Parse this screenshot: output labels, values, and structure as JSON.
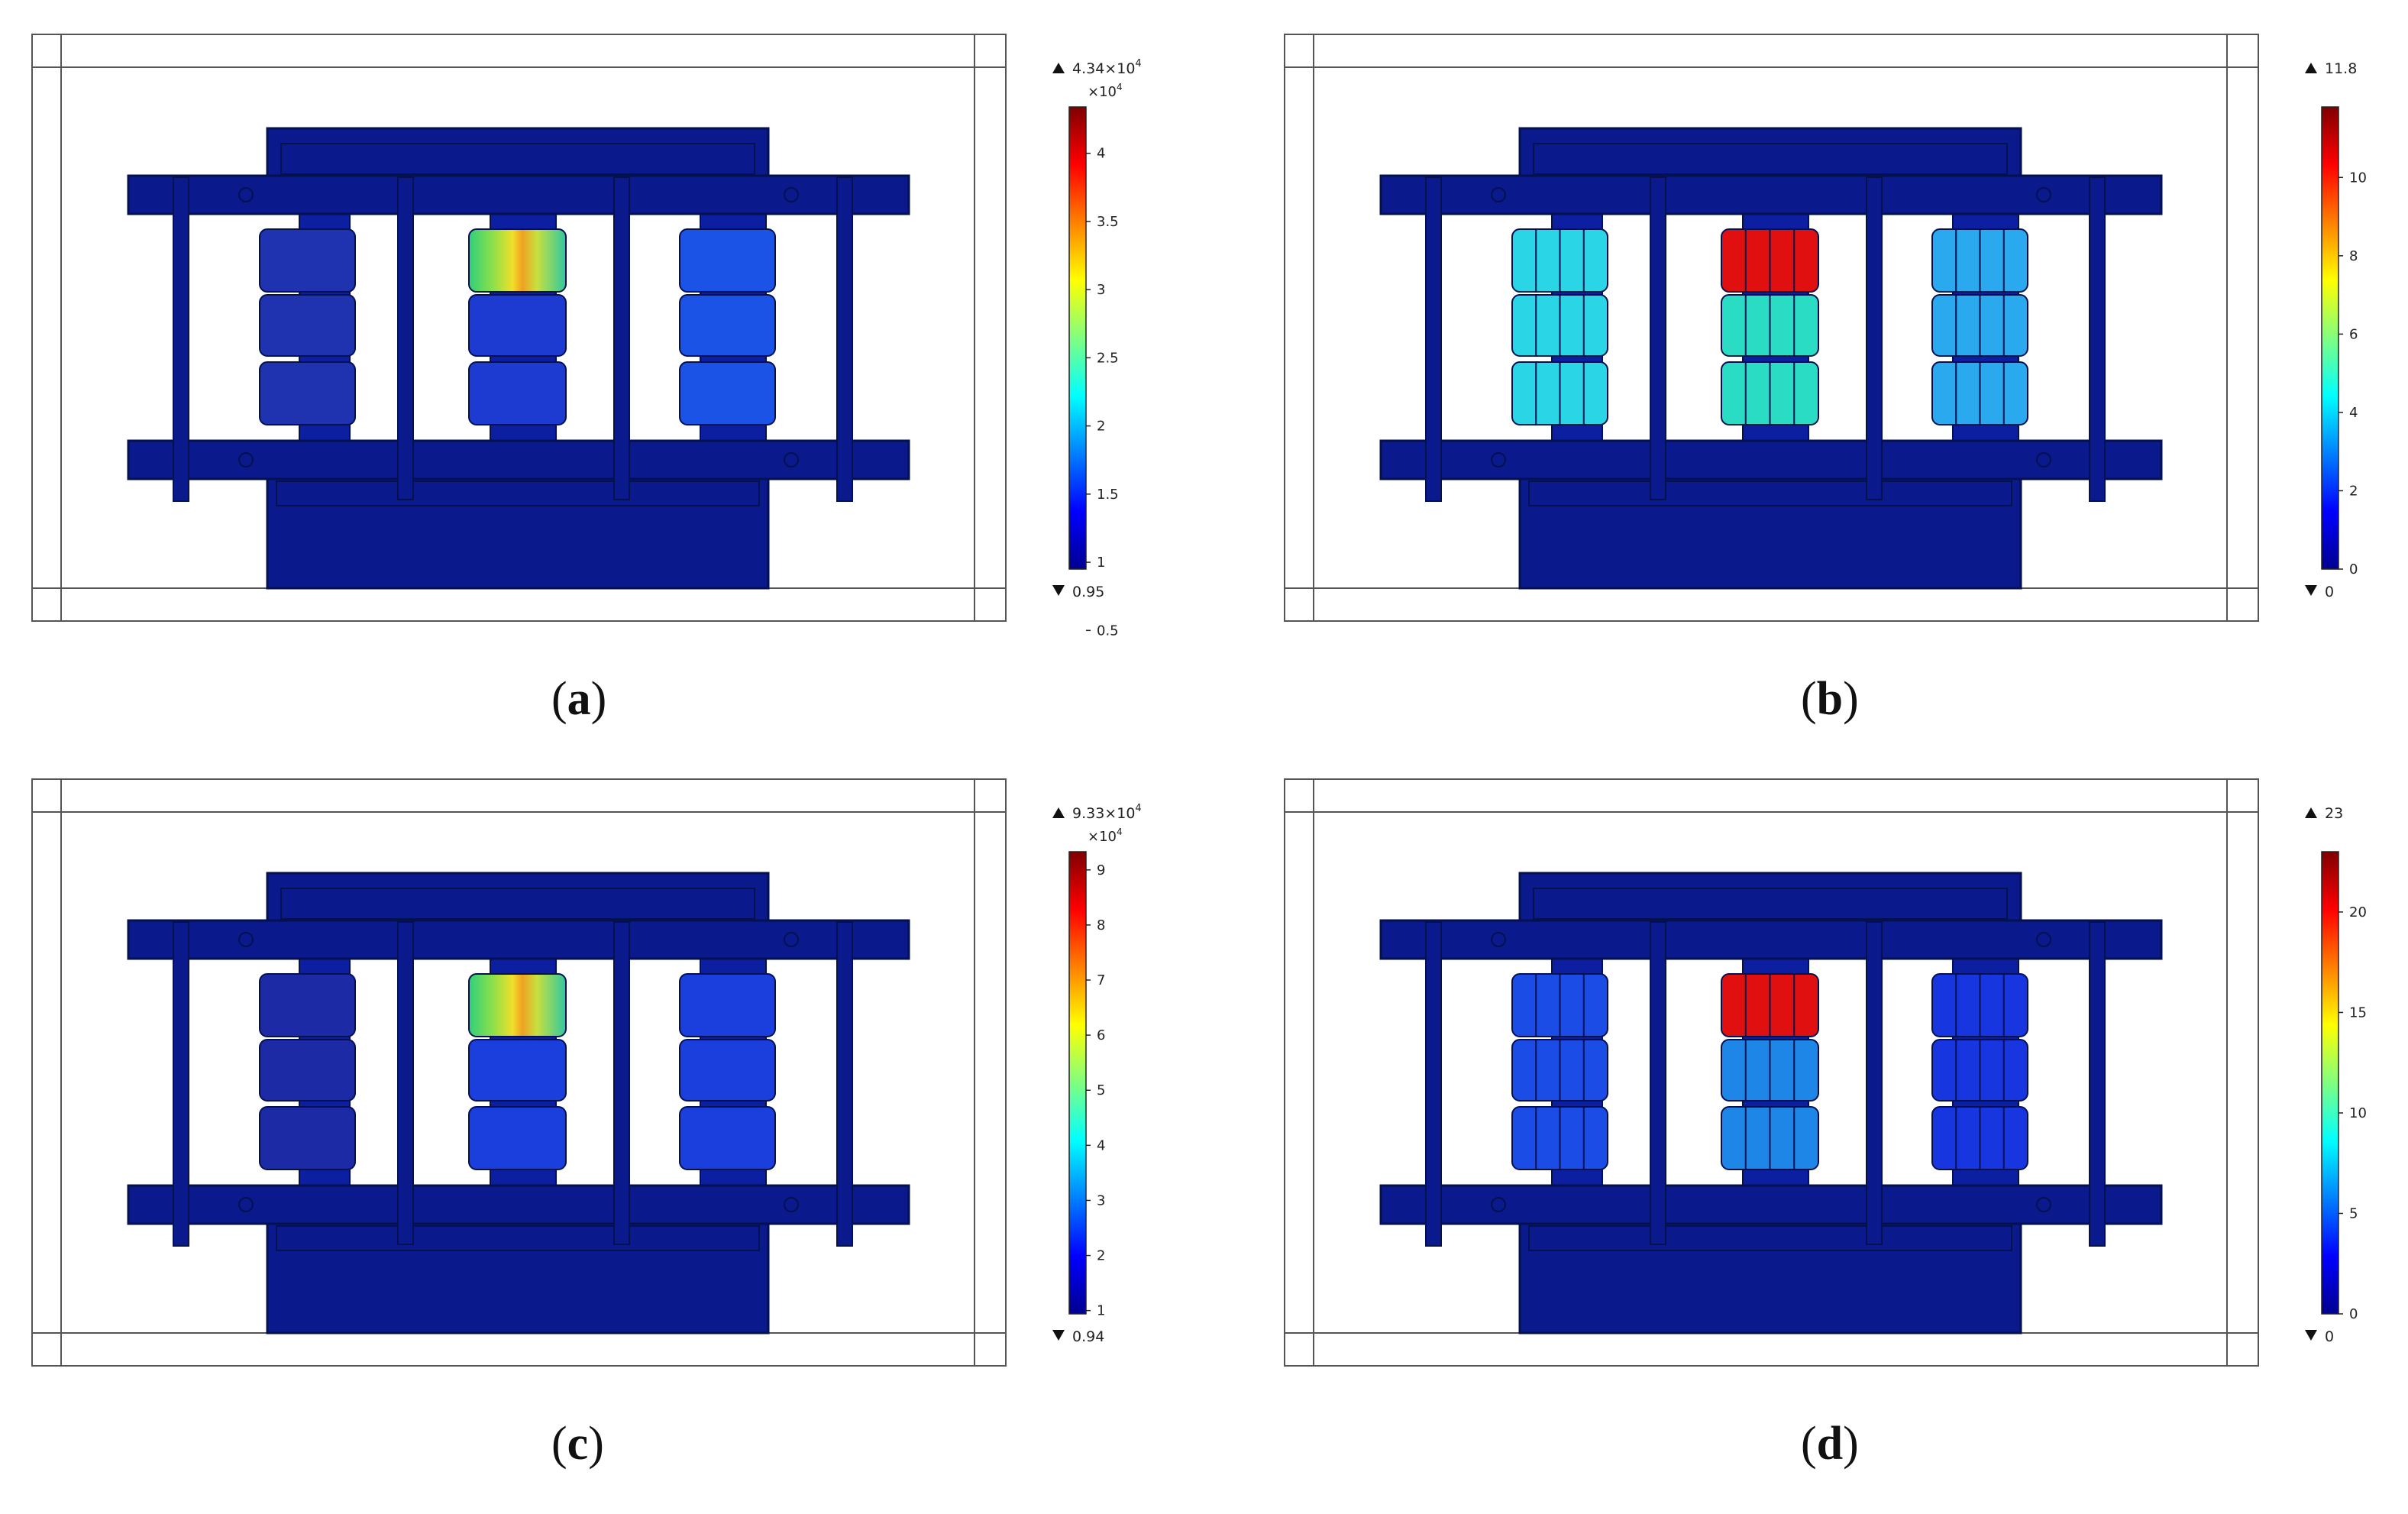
{
  "panels": [
    {
      "caption_letter": "a",
      "bar_max_label": "4.34×10",
      "bar_max_exp": "4",
      "bar_min_label": "0.95",
      "multiplier": "×10",
      "multiplier_exp": "4",
      "ticks": [
        "0.5",
        "1",
        "1.5",
        "2",
        "2.5",
        "3",
        "3.5",
        "4"
      ],
      "tick_values": [
        0.5,
        1,
        1.5,
        2,
        2.5,
        3,
        3.5,
        4
      ],
      "range": [
        0.95,
        4.34
      ],
      "hot_coil": "gradient",
      "coil_colors": [
        "#1f33b0",
        "#1e3bd1",
        "#1a53e6"
      ]
    },
    {
      "caption_letter": "b",
      "bar_max_label": "11.8",
      "bar_max_exp": "",
      "bar_min_label": "0",
      "multiplier": "",
      "multiplier_exp": "",
      "ticks": [
        "0",
        "2",
        "4",
        "6",
        "8",
        "10"
      ],
      "tick_values": [
        0,
        2,
        4,
        6,
        8,
        10
      ],
      "range": [
        0,
        11.8
      ],
      "hot_coil": "red",
      "coil_colors": [
        "#2ad6e6",
        "#2adcc4",
        "#2aa9ee"
      ]
    },
    {
      "caption_letter": "c",
      "bar_max_label": "9.33×10",
      "bar_max_exp": "4",
      "bar_min_label": "0.94",
      "multiplier": "×10",
      "multiplier_exp": "4",
      "ticks": [
        "1",
        "2",
        "3",
        "4",
        "5",
        "6",
        "7",
        "8",
        "9"
      ],
      "tick_values": [
        1,
        2,
        3,
        4,
        5,
        6,
        7,
        8,
        9
      ],
      "range": [
        0.94,
        9.33
      ],
      "hot_coil": "gradient",
      "coil_colors": [
        "#1c2aa6",
        "#1a3fdc",
        "#1a3fdc"
      ]
    },
    {
      "caption_letter": "d",
      "bar_max_label": "23",
      "bar_max_exp": "",
      "bar_min_label": "0",
      "multiplier": "",
      "multiplier_exp": "",
      "ticks": [
        "0",
        "5",
        "10",
        "15",
        "20"
      ],
      "tick_values": [
        0,
        5,
        10,
        15,
        20
      ],
      "range": [
        0,
        23
      ],
      "hot_coil": "red",
      "coil_colors": [
        "#1b4ce6",
        "#1e86e6",
        "#1836e0"
      ]
    }
  ]
}
